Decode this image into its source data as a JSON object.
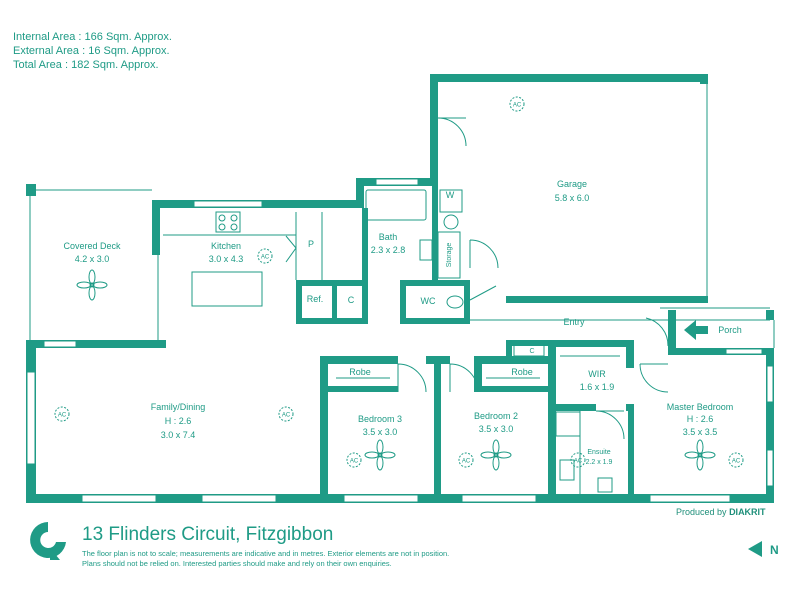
{
  "areas": {
    "internal": "Internal Area : 166 Sqm. Approx.",
    "external": "External Area : 16 Sqm. Approx.",
    "total": "Total Area : 182 Sqm. Approx."
  },
  "rooms": {
    "garage": {
      "name": "Garage",
      "size": "5.8 x 6.0"
    },
    "covered_deck": {
      "name": "Covered Deck",
      "size": "4.2 x 3.0"
    },
    "kitchen": {
      "name": "Kitchen",
      "size": "3.0 x 4.3"
    },
    "bath": {
      "name": "Bath",
      "size": "2.3 x 2.8"
    },
    "family_dining": {
      "name": "Family/Dining",
      "height": "H : 2.6",
      "size": "3.0 x 7.4"
    },
    "bedroom3": {
      "name": "Bedroom 3",
      "size": "3.5 x 3.0"
    },
    "bedroom2": {
      "name": "Bedroom 2",
      "size": "3.5 x 3.0"
    },
    "master": {
      "name": "Master Bedroom",
      "height": "H : 2.6",
      "size": "3.5 x 3.5"
    },
    "wir": {
      "name": "WIR",
      "size": "1.6 x 1.9"
    },
    "ensuite": {
      "name": "Ensuite",
      "size": "2.2 x 1.9"
    }
  },
  "small_labels": {
    "pantry": "P",
    "ref": "Ref.",
    "cupboard": "C",
    "laundry": "W",
    "storage": "Storage",
    "wc": "WC",
    "entry": "Entry",
    "porch": "Porch",
    "robe": "Robe",
    "ac": "AC"
  },
  "address": "13 Flinders Circuit, Fitzgibbon",
  "disclaimer": {
    "line1": "The floor plan is not to scale; measurements are indicative and in metres. Exterior elements are not in position.",
    "line2": "Plans should not be relied on. Interested parties should make and rely on their own enquiries."
  },
  "produced_by": {
    "prefix": "Produced by",
    "brand": "DIAKRIT"
  },
  "north": "N",
  "colors": {
    "wall": "#1f9b86",
    "text": "#1f9b86",
    "background": "#ffffff"
  }
}
